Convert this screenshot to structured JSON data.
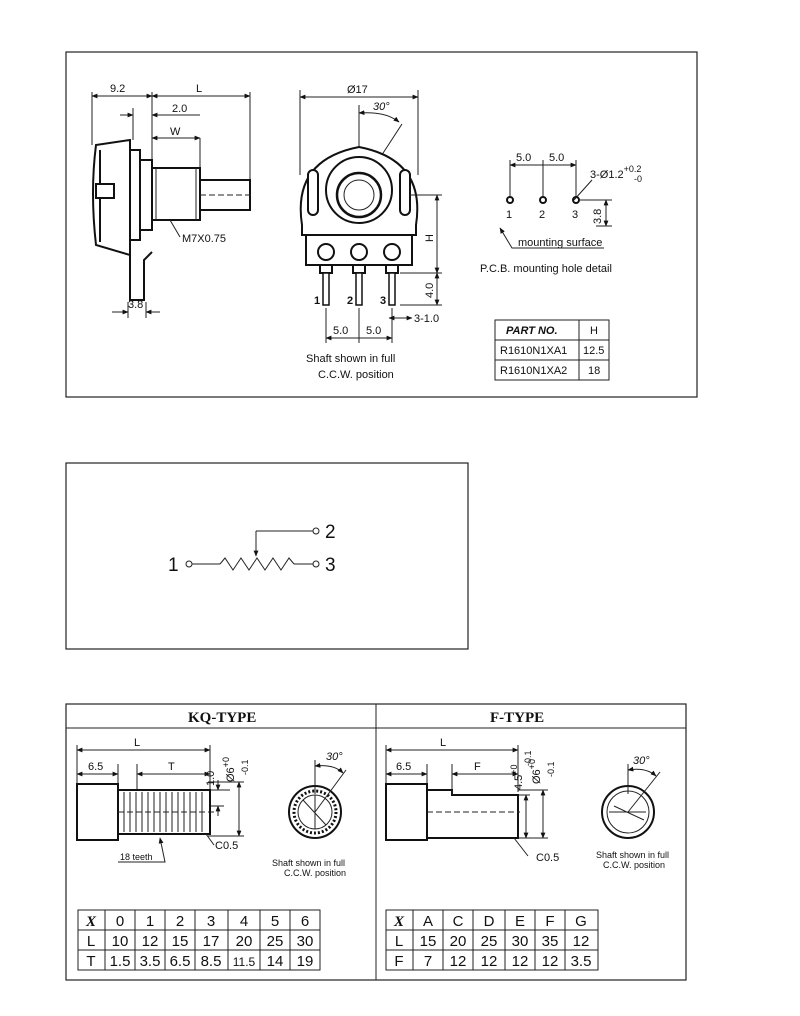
{
  "top": {
    "side": {
      "d_9_2": "9.2",
      "d_L": "L",
      "d_2_0": "2.0",
      "d_W": "W",
      "thread": "M7X0.75",
      "d_3_8": "3.8"
    },
    "front": {
      "dia": "Ø17",
      "angle": "30°",
      "pin1": "1",
      "pin2": "2",
      "pin3": "3",
      "d_H": "H",
      "d_4_0": "4.0",
      "d_3_1_0": "3-1.0",
      "d_5_0a": "5.0",
      "d_5_0b": "5.0",
      "note1": "Shaft shown in full",
      "note2": "C.C.W.  position"
    },
    "pcb": {
      "d_5_0a": "5.0",
      "d_5_0b": "5.0",
      "hole": "3-Ø1.2",
      "hole_sup": "+0.2",
      "hole_sub": "-0",
      "d_3_8": "3.8",
      "h1": "1",
      "h2": "2",
      "h3": "3",
      "surface": "mounting surface",
      "caption": "P.C.B.  mounting hole detail"
    },
    "table": {
      "h1": "PART NO.",
      "h2": "H",
      "rows": [
        [
          "R1610N1XA1",
          "12.5"
        ],
        [
          "R1610N1XA2",
          "18"
        ]
      ]
    }
  },
  "schematic": {
    "t1": "1",
    "t2": "2",
    "t3": "3"
  },
  "kq": {
    "title": "KQ-TYPE",
    "d_L": "L",
    "d_6_5": "6.5",
    "d_T": "T",
    "d_1_0": "1.0",
    "d_6": "Ø6",
    "d_6_sup": "+0",
    "d_6_sub": "-0.1",
    "c05": "C0.5",
    "teeth": "18 teeth",
    "angle": "30°",
    "note1": "Shaft shown in full",
    "note2": "C.C.W. position",
    "table": [
      [
        "X",
        "0",
        "1",
        "2",
        "3",
        "4",
        "5",
        "6"
      ],
      [
        "L",
        "10",
        "12",
        "15",
        "17",
        "20",
        "25",
        "30"
      ],
      [
        "T",
        "1.5",
        "3.5",
        "6.5",
        "8.5",
        "11.5",
        "14",
        "19"
      ]
    ]
  },
  "f": {
    "title": "F-TYPE",
    "d_L": "L",
    "d_6_5": "6.5",
    "d_F": "F",
    "d_4_5": "4.5",
    "d_4_5_sup": "+0",
    "d_4_5_sub": "-0.1",
    "d_6": "Ø6",
    "d_6_sup": "+0",
    "d_6_sub": "-0.1",
    "c05": "C0.5",
    "angle": "30°",
    "note1": "Shaft shown in full",
    "note2": "C.C.W. position",
    "table": [
      [
        "X",
        "A",
        "C",
        "D",
        "E",
        "F",
        "G"
      ],
      [
        "L",
        "15",
        "20",
        "25",
        "30",
        "35",
        "12"
      ],
      [
        "F",
        "7",
        "12",
        "12",
        "12",
        "12",
        "3.5"
      ]
    ]
  }
}
